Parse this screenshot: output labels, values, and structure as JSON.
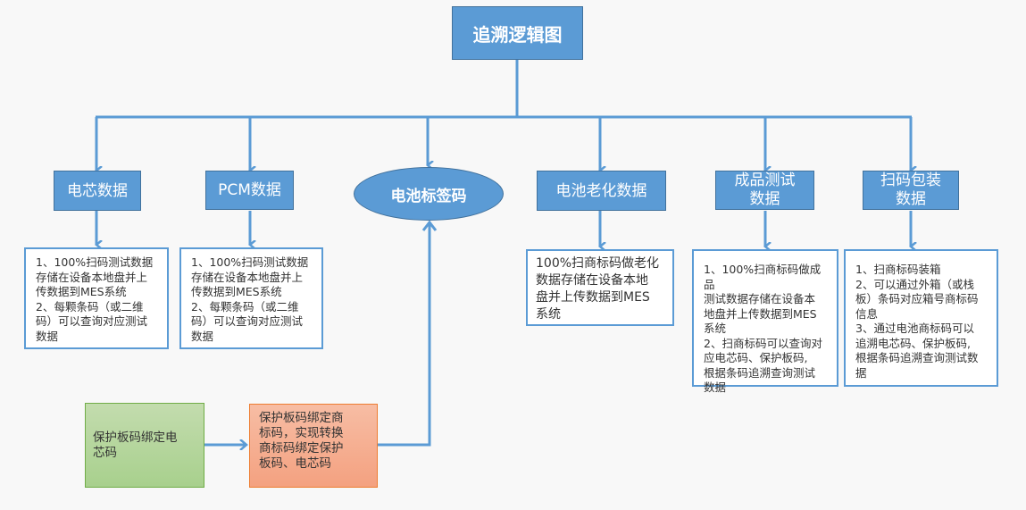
{
  "diagram": {
    "title": "追溯逻辑图",
    "center_node": "电池标签码",
    "categories": [
      {
        "label": "电芯数据"
      },
      {
        "label": "PCM数据"
      },
      {
        "label": "电池老化数据"
      },
      {
        "label": "成品测试\n数据"
      },
      {
        "label": "扫码包装\n数据"
      }
    ],
    "descriptions": [
      {
        "text": "1、100%扫码测试数据\n存储在设备本地盘并上\n传数据到MES系统\n2、每颗条码（或二维\n码）可以查询对应测试\n数据"
      },
      {
        "text": "1、100%扫码测试数据\n存储在设备本地盘并上\n传数据到MES系统\n2、每颗条码（或二维\n码）可以查询对应测试\n数据"
      },
      {
        "text": "100%扫商标码做老化\n数据存储在设备本地\n盘并上传数据到MES\n系统"
      },
      {
        "text": "1、100%扫商标码做成品\n测试数据存储在设备本\n地盘并上传数据到MES\n系统\n2、扫商标码可以查询对\n应电芯码、保护板码,\n根据条码追溯查询测试\n数据"
      },
      {
        "text": "1、扫商标码装箱\n2、可以通过外箱（或栈\n板）条码对应箱号商标码\n信息\n3、通过电池商标码可以\n追溯电芯码、保护板码,\n根据条码追溯查询测试数\n据"
      }
    ],
    "binding_flow": {
      "source": "保护板码绑定电\n芯码",
      "target": "保护板码绑定商\n标码，实现转换\n商标码绑定保护\n板码、电芯码"
    },
    "colors": {
      "node_fill": "#5b9bd5",
      "node_border": "#41719c",
      "connector": "#5b9bd5",
      "green_fill": "#a8d08d",
      "green_border": "#70ad47",
      "orange_fill": "#f4a180",
      "orange_border": "#ed7d31"
    }
  }
}
